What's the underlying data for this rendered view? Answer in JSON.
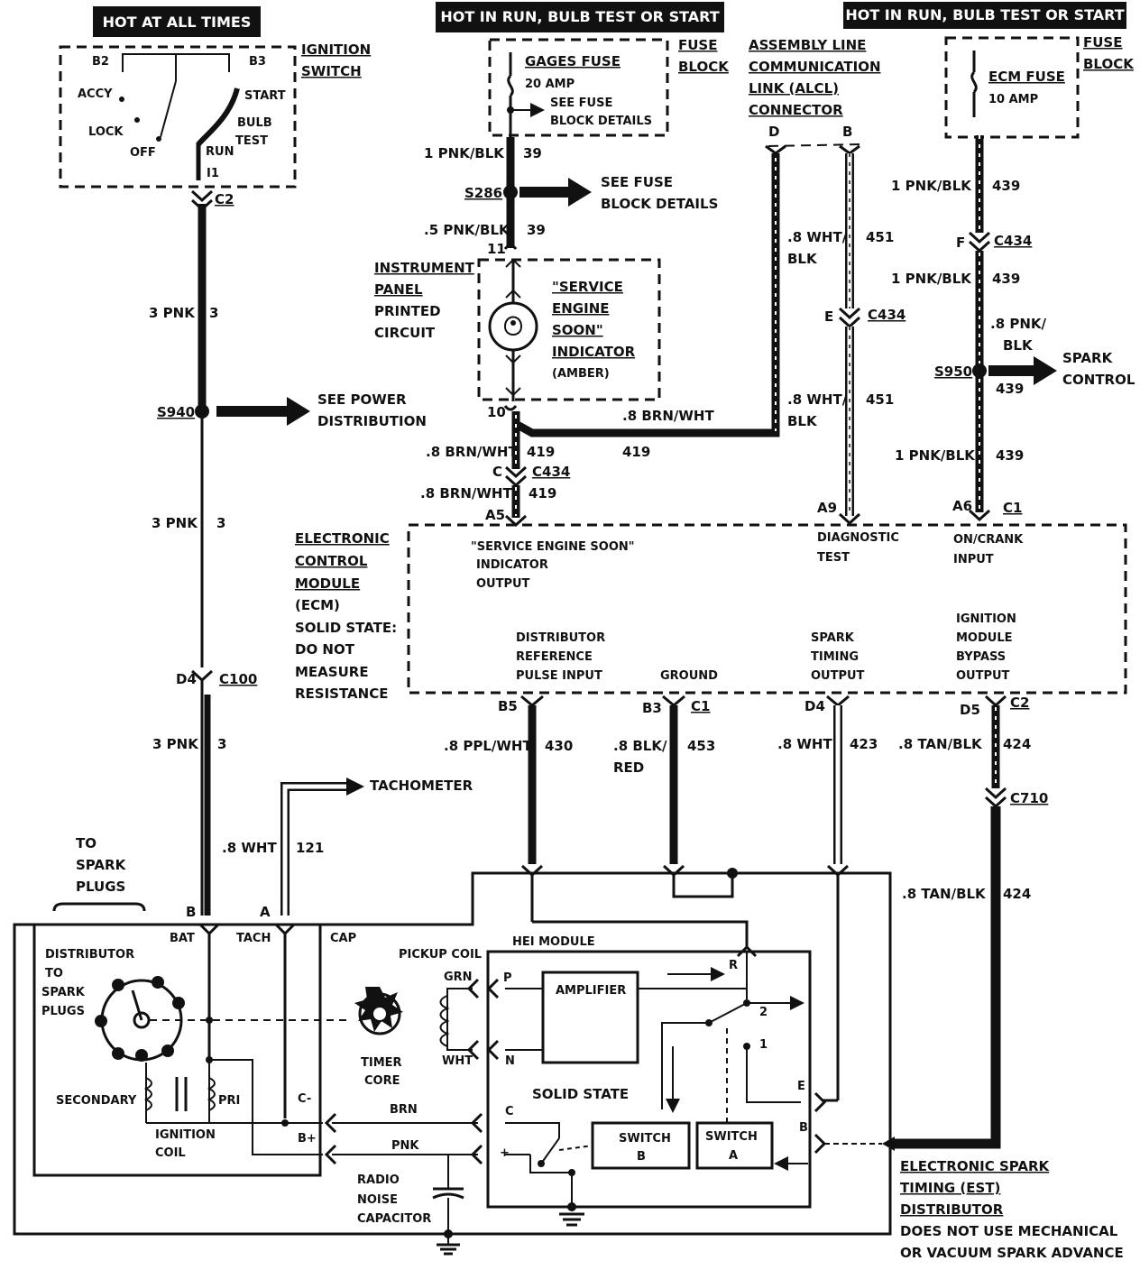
{
  "banners": {
    "hot_all_times": "HOT AT ALL TIMES",
    "hot_run_1": "HOT IN RUN, BULB TEST OR START",
    "hot_run_2": "HOT IN RUN, BULB TEST OR START"
  },
  "ignition_switch": {
    "title_1": "IGNITION",
    "title_2": "SWITCH",
    "b2": "B2",
    "b3": "B3",
    "accy": "ACCY",
    "lock": "LOCK",
    "off": "OFF",
    "run": "RUN",
    "start": "START",
    "bulb": "BULB",
    "test": "TEST",
    "terminal": "I1",
    "connector": "C2"
  },
  "gages_fuse": {
    "name": "GAGES FUSE",
    "rating": "20 AMP",
    "details_1": "SEE FUSE",
    "details_2": "BLOCK DETAILS",
    "block_1": "FUSE",
    "block_2": "BLOCK"
  },
  "ecm_fuse": {
    "name": "ECM FUSE",
    "rating": "10 AMP",
    "block_1": "FUSE",
    "block_2": "BLOCK"
  },
  "alcl": {
    "line_1": "ASSEMBLY LINE",
    "line_2": "COMMUNICATION",
    "line_3": "LINK (ALCL)",
    "line_4": "CONNECTOR",
    "pin_d": "D",
    "pin_b": "B"
  },
  "left_circuit": {
    "wire_top": "3 PNK",
    "circuit_top": "3",
    "splice": "S940",
    "splice_ref_1": "SEE POWER",
    "splice_ref_2": "DISTRIBUTION",
    "wire_mid": "3 PNK",
    "circuit_mid": "3",
    "conn_pin": "D4",
    "conn_name": "C100",
    "wire_bot": "3 PNK",
    "circuit_bot": "3"
  },
  "gages_circuit": {
    "wire_1": "1 PNK/BLK",
    "circuit_1": "39",
    "splice": "S286",
    "splice_ref_1": "SEE FUSE",
    "splice_ref_2": "BLOCK DETAILS",
    "wire_2": ".5 PNK/BLK",
    "circuit_2": "39",
    "pin_in": "11"
  },
  "instrument_panel": {
    "line_1": "INSTRUMENT",
    "line_2": "PANEL",
    "line_3": "PRINTED",
    "line_4": "CIRCUIT"
  },
  "ses_indicator": {
    "line_1": "\"SERVICE",
    "line_2": "ENGINE",
    "line_3": "SOON\"",
    "line_4": "INDICATOR",
    "color": "(AMBER)",
    "pin_out": "10"
  },
  "ses_circuit": {
    "brn_top": ".8 BRN/WHT",
    "brn_top_circuit": "419",
    "brn_horiz_circuit": "419",
    "conn_pin": "C",
    "conn_name": "C434",
    "brn_bot": ".8 BRN/WHT",
    "brn_bot_circuit": "419",
    "ecm_pin": "A5"
  },
  "alcl_circuit": {
    "wire_1a": ".8 WHT/",
    "wire_1b": "BLK",
    "circuit_1": "451",
    "conn_pin": "E",
    "conn_name": "C434",
    "wire_2a": ".8 WHT/",
    "wire_2b": "BLK",
    "circuit_2": "451",
    "ecm_pin": "A9"
  },
  "ecm_circuit": {
    "wire_1": "1 PNK/BLK",
    "circuit_1": "439",
    "conn_pin": "F",
    "conn_name": "C434",
    "wire_2": "1 PNK/BLK",
    "circuit_2": "439",
    "wire_3a": ".8 PNK/",
    "wire_3b": "BLK",
    "splice": "S950",
    "splice_ref_1": "SPARK",
    "splice_ref_2": "CONTROL",
    "circuit_3": "439",
    "wire_4": "1 PNK/BLK",
    "circuit_4": "439",
    "ecm_pin": "A6",
    "ecm_conn": "C1"
  },
  "ecm": {
    "title_1": "ELECTRONIC",
    "title_2": "CONTROL",
    "title_3": "MODULE",
    "title_4": "(ECM)",
    "note_1": "SOLID STATE:",
    "note_2": "DO NOT",
    "note_3": "MEASURE",
    "note_4": "RESISTANCE",
    "ses_out_1": "\"SERVICE ENGINE SOON\"",
    "ses_out_2": "INDICATOR",
    "ses_out_3": "OUTPUT",
    "diag_1": "DIAGNOSTIC",
    "diag_2": "TEST",
    "oncrank_1": "ON/CRANK",
    "oncrank_2": "INPUT",
    "dist_1": "DISTRIBUTOR",
    "dist_2": "REFERENCE",
    "dist_3": "PULSE INPUT",
    "ground": "GROUND",
    "spark_1": "SPARK",
    "spark_2": "TIMING",
    "spark_3": "OUTPUT",
    "bypass_1": "IGNITION",
    "bypass_2": "MODULE",
    "bypass_3": "BYPASS",
    "bypass_4": "OUTPUT"
  },
  "lower_circuits": {
    "b5": "B5",
    "ppl_wire": ".8 PPL/WHT",
    "ppl_circuit": "430",
    "b3": "B3",
    "c1": "C1",
    "blk_wire_1": ".8 BLK/",
    "blk_wire_2": "RED",
    "blk_circuit": "453",
    "d4": "D4",
    "wht_wire": ".8 WHT",
    "wht_circuit": "423",
    "d5": "D5",
    "c2": "C2",
    "tan_wire_1": ".8 TAN/BLK",
    "tan_circuit_1": "424",
    "c710": "C710",
    "tan_wire_2": ".8 TAN/BLK",
    "tan_circuit_2": "424"
  },
  "tach": {
    "label": "TACHOMETER",
    "wire": ".8 WHT",
    "circuit": "121",
    "pin_b": "B",
    "pin_a": "A"
  },
  "distributor": {
    "to_plugs_1": "TO",
    "to_plugs_2": "SPARK",
    "to_plugs_3": "PLUGS",
    "bat": "BAT",
    "tach": "TACH",
    "cap": "CAP",
    "dist_1": "DISTRIBUTOR",
    "dist_2": "TO",
    "dist_3": "SPARK",
    "dist_4": "PLUGS",
    "secondary": "SECONDARY",
    "pri": "PRI",
    "coil_1": "IGNITION",
    "coil_2": "COIL",
    "c_minus": "C-",
    "b_plus": "B+",
    "pickup": "PICKUP COIL",
    "grn": "GRN",
    "wht": "WHT",
    "timer_1": "TIMER",
    "timer_2": "CORE",
    "brn": "BRN",
    "pnk": "PNK",
    "cap_1": "RADIO",
    "cap_2": "NOISE",
    "cap_3": "CAPACITOR"
  },
  "hei": {
    "title": "HEI MODULE",
    "amplifier": "AMPLIFIER",
    "solid_state": "SOLID STATE",
    "switch_b_1": "SWITCH",
    "switch_b_2": "B",
    "switch_a_1": "SWITCH",
    "switch_a_2": "A",
    "p": "P",
    "n": "N",
    "r": "R",
    "e": "E",
    "b": "B",
    "c": "C",
    "plus": "+",
    "pos2": "2",
    "pos1": "1"
  },
  "est": {
    "line_1": "ELECTRONIC SPARK",
    "line_2": "TIMING (EST)",
    "line_3": "DISTRIBUTOR",
    "line_4": "DOES NOT USE MECHANICAL",
    "line_5": "OR VACUUM SPARK ADVANCE"
  }
}
